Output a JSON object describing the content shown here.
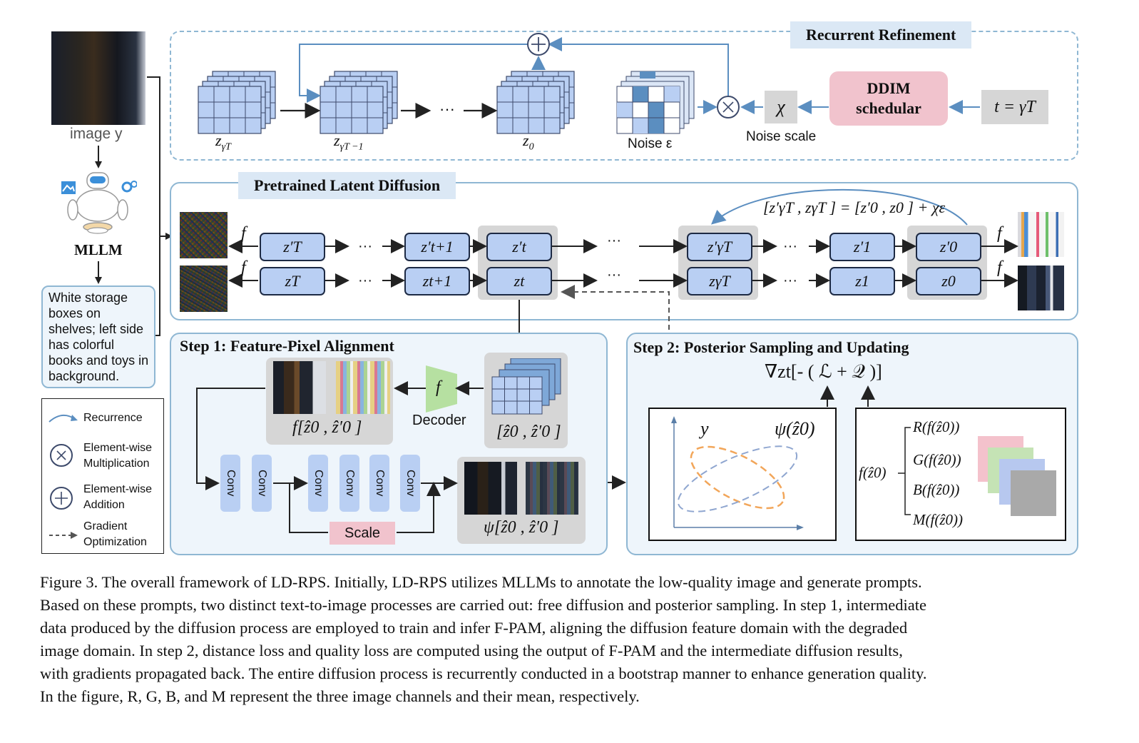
{
  "left": {
    "image_label": "image y",
    "mllm_label": "MLLM",
    "prompt_text": "White storage boxes on shelves; left side has colorful books and toys in background."
  },
  "legend": {
    "items": [
      {
        "icon": "recurrence-arrow-icon",
        "label": "Recurrence"
      },
      {
        "icon": "circle-times-icon",
        "label": "Element-wise Multiplication"
      },
      {
        "icon": "circle-plus-icon",
        "label": "Element-wise Addition"
      },
      {
        "icon": "dashed-arrow-icon",
        "label": "Gradient Optimization"
      }
    ]
  },
  "recurrent": {
    "title": "Recurrent Refinement",
    "z_gammaT": "z",
    "z_gammaT_sub": "γT",
    "z_gammaT1": "z",
    "z_gammaT1_sub": "γT −1",
    "z0": "z",
    "z0_sub": "0",
    "dots": "···",
    "noise_label": "Noise ε",
    "chi": "χ",
    "noise_scale": "Noise scale",
    "ddim": "DDIM schedular",
    "t_eq": "t = γT"
  },
  "diffusion": {
    "title": "Pretrained Latent Diffusion",
    "formula": "[z′γT , zγT ] = [z′0 , z0 ] + χε",
    "f": "f",
    "top_row": [
      "z′T",
      "z′t+1",
      "z′t",
      "z′γT",
      "z′1",
      "z′0"
    ],
    "bottom_row": [
      "zT",
      "zt+1",
      "zt",
      "zγT",
      "z1",
      "z0"
    ],
    "dots": "···"
  },
  "step1": {
    "title": "Step 1: Feature-Pixel Alignment",
    "f_label": "f[ẑ0 , ẑ′0 ]",
    "decoder": "Decoder",
    "decoder_f": "f",
    "latent_label": "[ẑ0 , ẑ′0 ]",
    "conv": "Conv",
    "scale": "Scale",
    "psi_label": "ψ[ẑ0 , ẑ′0 ]"
  },
  "step2": {
    "title": "Step 2: Posterior Sampling and Updating",
    "gradient": "∇zt[- ( ℒ + 𝒬 )]",
    "y": "y",
    "psi": "ψ(ẑ0)",
    "f_z0": "f(ẑ0)",
    "channels": [
      "R(f(ẑ0))",
      "G(f(ẑ0))",
      "B(f(ẑ0))",
      "M(f(ẑ0))"
    ]
  },
  "caption": {
    "lines": [
      "Figure 3. The overall framework of LD-RPS. Initially, LD-RPS utilizes MLLMs to annotate the low-quality image and generate prompts.",
      "Based on these prompts, two distinct text-to-image processes are carried out: free diffusion and posterior sampling. In step 1, intermediate",
      "data produced by the diffusion process are employed to train and infer F-PAM, aligning the diffusion feature domain with the degraded",
      "image domain. In step 2, distance loss and quality loss are computed using the output of F-PAM and the intermediate diffusion results,",
      "with gradients propagated back. The entire diffusion process is recurrently conducted in a bootstrap manner to enhance generation quality.",
      "In the figure, R, G, B, and M represent the three image channels and their mean, respectively."
    ]
  },
  "colors": {
    "panel_border": "#8fb7d3",
    "latent_fill": "#b9cff3",
    "ddim_fill": "#f1c3cd",
    "title_fill": "#dbe8f5"
  }
}
